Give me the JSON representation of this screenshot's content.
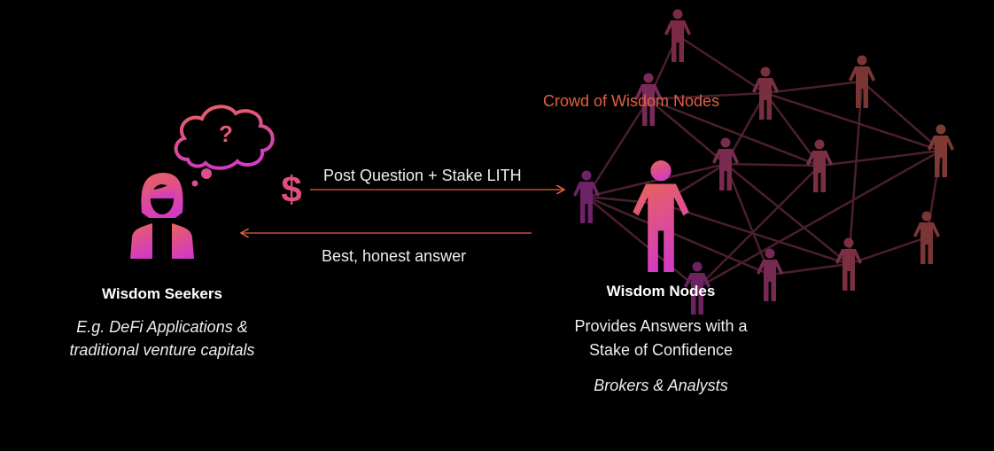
{
  "seekers": {
    "title": "Wisdom Seekers",
    "description_line1": "E.g. DeFi Applications &",
    "description_line2": "traditional venture capitals",
    "thought_symbol": "?",
    "icon": "woman-user-icon"
  },
  "flow": {
    "stake_symbol": "$",
    "request_label": "Post Question + Stake LITH",
    "response_label": "Best, honest answer"
  },
  "nodes": {
    "crowd_label": "Crowd of Wisdom Nodes",
    "title": "Wisdom Nodes",
    "description_line1": "Provides Answers with a",
    "description_line2": "Stake of Confidence",
    "subtitle": "Brokers & Analysts",
    "icon": "person-icon"
  },
  "network": {
    "node_count": 12,
    "edges": [
      [
        0,
        2
      ],
      [
        0,
        1
      ],
      [
        1,
        2
      ],
      [
        1,
        7
      ],
      [
        1,
        5
      ],
      [
        1,
        6
      ],
      [
        2,
        3
      ],
      [
        2,
        4
      ],
      [
        2,
        6
      ],
      [
        2,
        5
      ],
      [
        3,
        4
      ],
      [
        3,
        9
      ],
      [
        4,
        6
      ],
      [
        4,
        11
      ],
      [
        4,
        8
      ],
      [
        5,
        6
      ],
      [
        5,
        10
      ],
      [
        5,
        9
      ],
      [
        7,
        5
      ],
      [
        7,
        10
      ],
      [
        7,
        11
      ],
      [
        8,
        9
      ],
      [
        6,
        11
      ],
      [
        10,
        9
      ]
    ]
  },
  "colors": {
    "accent": "#e2603f",
    "gradient_top": "#e8645a",
    "gradient_bottom": "#d43cc0",
    "edge": "#4a1f2e"
  }
}
